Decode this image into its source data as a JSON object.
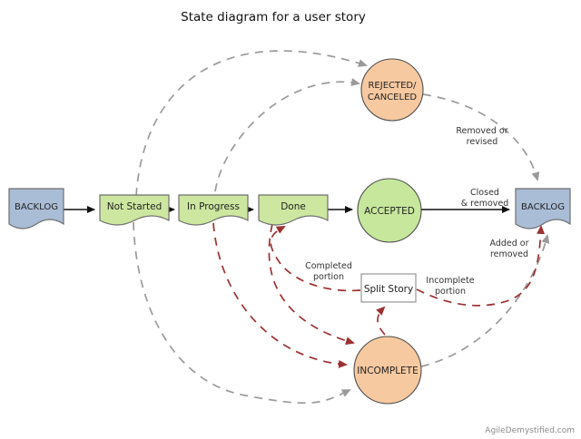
{
  "title": "State diagram for a user story",
  "footer": "AgileDemystified.com",
  "colors": {
    "state_fill": "#cde7a0",
    "state_border": "#6e6e6e",
    "backlog_fill": "#aabdd6",
    "accepted_fill": "#c6e79c",
    "exception_fill": "#f7c9a0",
    "split_fill": "#ffffff",
    "flow_arrow": "#111111",
    "removal_path": "#9a9a9a",
    "exception_path": "#9c3131",
    "node_text": "#222222",
    "label_text": "#333333"
  },
  "nodes": {
    "backlog_left": {
      "label": "BACKLOG",
      "shape": "document"
    },
    "not_started": {
      "label": "Not Started",
      "shape": "document"
    },
    "in_progress": {
      "label": "In Progress",
      "shape": "document"
    },
    "done": {
      "label": "Done",
      "shape": "document"
    },
    "accepted": {
      "label": "ACCEPTED",
      "shape": "circle"
    },
    "rejected": {
      "label_line1": "REJECTED/",
      "label_line2": "CANCELED",
      "shape": "circle"
    },
    "incomplete": {
      "label": "INCOMPLETE",
      "shape": "circle"
    },
    "split_story": {
      "label": "Split Story",
      "shape": "rectangle"
    },
    "backlog_right": {
      "label": "BACKLOG",
      "shape": "document"
    }
  },
  "edge_labels": {
    "removed_revised": {
      "line1": "Removed or",
      "line2": "revised"
    },
    "closed_removed": {
      "line1": "Closed",
      "line2": "& removed"
    },
    "added_removed": {
      "line1": "Added or",
      "line2": "removed"
    },
    "completed_portion": {
      "line1": "Completed",
      "line2": "portion"
    },
    "incomplete_portion": {
      "line1": "Incomplete",
      "line2": "portion"
    }
  },
  "edges": [
    {
      "from": "backlog_left",
      "to": "not_started",
      "style": "solid-black"
    },
    {
      "from": "not_started",
      "to": "in_progress",
      "style": "solid-black"
    },
    {
      "from": "in_progress",
      "to": "done",
      "style": "solid-black"
    },
    {
      "from": "done",
      "to": "accepted",
      "style": "solid-black"
    },
    {
      "from": "accepted",
      "to": "backlog_right",
      "style": "solid-black",
      "label": "Closed & removed"
    },
    {
      "from": "not_started",
      "to": "rejected",
      "style": "dashed-gray"
    },
    {
      "from": "in_progress",
      "to": "rejected",
      "style": "dashed-gray"
    },
    {
      "from": "rejected",
      "to": "backlog_right",
      "style": "dashed-gray",
      "label": "Removed or revised"
    },
    {
      "from": "not_started",
      "to": "incomplete",
      "style": "dashed-gray"
    },
    {
      "from": "incomplete",
      "to": "backlog_right",
      "style": "dashed-gray",
      "label": "Added or removed"
    },
    {
      "from": "in_progress",
      "to": "incomplete",
      "style": "dashed-red"
    },
    {
      "from": "done",
      "to": "incomplete",
      "style": "dashed-red"
    },
    {
      "from": "incomplete",
      "to": "split_story",
      "style": "dashed-red"
    },
    {
      "from": "split_story",
      "to": "done",
      "style": "dashed-red",
      "label": "Completed portion"
    },
    {
      "from": "split_story",
      "to": "backlog_right",
      "style": "dashed-red",
      "label": "Incomplete portion"
    }
  ]
}
